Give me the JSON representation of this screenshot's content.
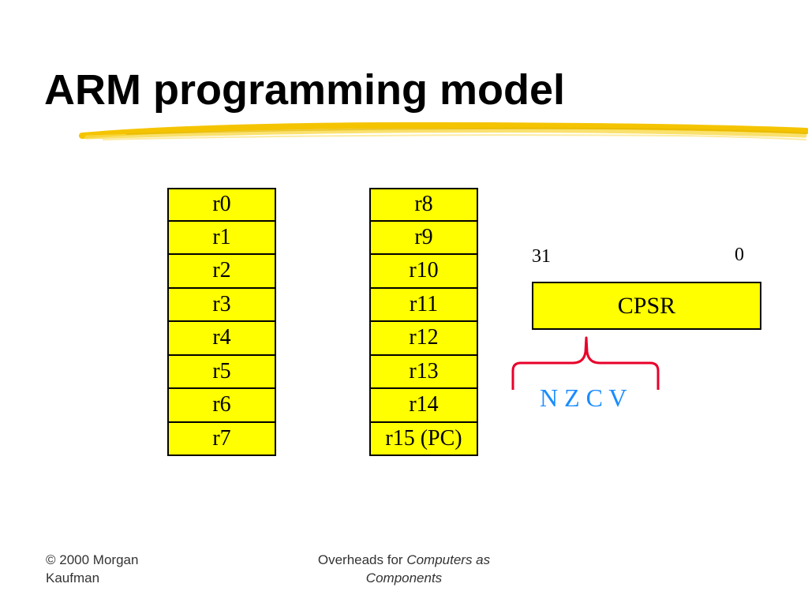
{
  "slide": {
    "title": "ARM programming model"
  },
  "registers": {
    "bank_left": [
      "r0",
      "r1",
      "r2",
      "r3",
      "r4",
      "r5",
      "r6",
      "r7"
    ],
    "bank_right": [
      "r8",
      "r9",
      "r10",
      "r11",
      "r12",
      "r13",
      "r14",
      "r15 (PC)"
    ]
  },
  "cpsr": {
    "label": "CPSR",
    "bit_high": "31",
    "bit_low": "0",
    "flags": "N Z C V"
  },
  "footer": {
    "copyright_line1": "© 2000 Morgan",
    "copyright_line2": "Kaufman",
    "overheads_prefix": "Overheads for ",
    "overheads_title_1": "Computers as",
    "overheads_title_2": "Components"
  },
  "colors": {
    "register_fill": "#ffff00",
    "underline": "#f5c400",
    "brace": "#e8002a",
    "flags_text": "#1a8cff"
  }
}
